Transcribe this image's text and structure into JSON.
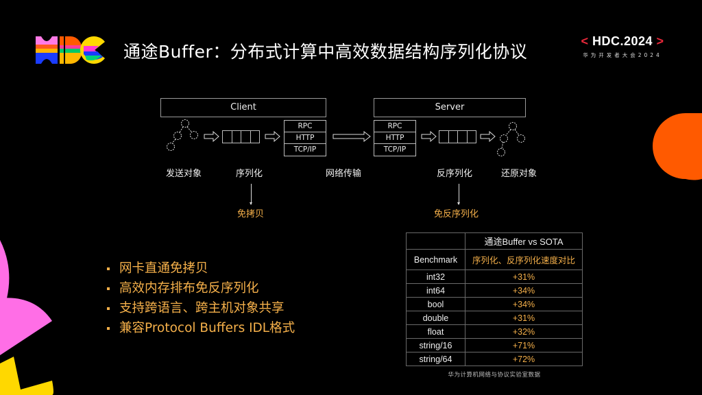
{
  "header": {
    "logo_text": "HDC",
    "title": "通途Buffer：分布式计算中高效数据结构序列化协议",
    "badge_main": "HDC.2024",
    "badge_left": "<",
    "badge_right": ">",
    "badge_sub": "华为开发者大会2024"
  },
  "diagram": {
    "client_label": "Client",
    "server_label": "Server",
    "client_stack": [
      "RPC",
      "HTTP",
      "TCP/IP"
    ],
    "server_stack": [
      "RPC",
      "HTTP",
      "TCP/IP"
    ],
    "stages": {
      "send_object": "发送对象",
      "serialize": "序列化",
      "network": "网络传输",
      "deserialize": "反序列化",
      "restore_object": "还原对象"
    },
    "notes": {
      "zero_copy": "免拷贝",
      "no_deserialize": "免反序列化"
    }
  },
  "bullets": [
    "网卡直通免拷贝",
    "高效内存排布免反序列化",
    "支持跨语言、跨主机对象共享",
    "兼容Protocol Buffers IDL格式"
  ],
  "table": {
    "title": "通途Buffer vs SOTA",
    "col1_header": "Benchmark",
    "col2_header": "序列化、反序列化速度对比",
    "rows": [
      {
        "benchmark": "int32",
        "value": "+31%"
      },
      {
        "benchmark": "int64",
        "value": "+34%"
      },
      {
        "benchmark": "bool",
        "value": "+34%"
      },
      {
        "benchmark": "double",
        "value": "+31%"
      },
      {
        "benchmark": "float",
        "value": "+32%"
      },
      {
        "benchmark": "string/16",
        "value": "+71%"
      },
      {
        "benchmark": "string/64",
        "value": "+72%"
      }
    ],
    "source": "华为计算机网络与协议实验室数据"
  },
  "colors": {
    "accent_orange": "#f5b04a",
    "badge_red": "#e8283a",
    "deco_orange": "#ff5a00",
    "deco_pink": "#ff6ee6",
    "deco_yellow": "#ffd800"
  }
}
